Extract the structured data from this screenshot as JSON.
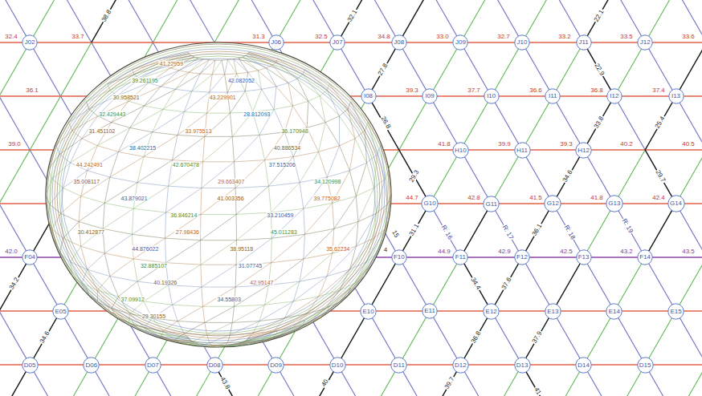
{
  "diagram": {
    "nodes": [
      {
        "text": [
          "J02"
        ]
      },
      {
        "text": [
          "J06"
        ]
      },
      {
        "text": [
          "J07"
        ]
      },
      {
        "text": [
          "J08"
        ]
      },
      {
        "text": [
          "J09"
        ]
      },
      {
        "text": [
          "J10"
        ]
      },
      {
        "text": [
          "J11"
        ]
      },
      {
        "text": [
          "J12"
        ]
      },
      {
        "text": [
          "I08"
        ]
      },
      {
        "text": [
          "I09"
        ]
      },
      {
        "text": [
          "I10"
        ]
      },
      {
        "text": [
          "I11"
        ]
      },
      {
        "text": [
          "I12"
        ]
      },
      {
        "text": [
          "I13"
        ]
      },
      {
        "text": [
          "H10"
        ]
      },
      {
        "text": [
          "H11"
        ]
      },
      {
        "text": [
          "H12"
        ]
      },
      {
        "text": [
          "G10"
        ]
      },
      {
        "text": [
          "G11"
        ]
      },
      {
        "text": [
          "G12"
        ]
      },
      {
        "text": [
          "G13"
        ]
      },
      {
        "text": [
          "G14"
        ]
      },
      {
        "text": [
          "F04"
        ]
      },
      {
        "text": [
          "F10"
        ]
      },
      {
        "text": [
          "F11"
        ]
      },
      {
        "text": [
          "F12"
        ]
      },
      {
        "text": [
          "F13"
        ]
      },
      {
        "text": [
          "F14"
        ]
      },
      {
        "text": [
          "E05"
        ]
      },
      {
        "text": [
          "E10"
        ]
      },
      {
        "text": [
          "E11"
        ]
      },
      {
        "text": [
          "E12"
        ]
      },
      {
        "text": [
          "E13"
        ]
      },
      {
        "text": [
          "E14"
        ]
      },
      {
        "text": [
          "E15"
        ]
      },
      {
        "text": [
          "D05"
        ]
      },
      {
        "text": [
          "D06"
        ]
      },
      {
        "text": [
          "D07"
        ]
      },
      {
        "text": [
          "D08"
        ]
      },
      {
        "text": [
          "D09"
        ]
      },
      {
        "text": [
          "D10"
        ]
      },
      {
        "text": [
          "D11"
        ]
      },
      {
        "text": [
          "D12"
        ]
      },
      {
        "text": [
          "D13"
        ]
      },
      {
        "text": [
          "D14"
        ]
      },
      {
        "text": [
          "D15"
        ]
      }
    ],
    "labels": [
      "32.4",
      "33.7",
      "31.3",
      "32.5",
      "34.8",
      "33.0",
      "32.7",
      "33.2",
      "33.5",
      "33.6",
      "36.1",
      "39.3",
      "37.7",
      "36.6",
      "36.8",
      "37.4",
      "39.0",
      "41.8",
      "39.9",
      "39.3",
      "40.2",
      "40.5",
      "44.7",
      "42.8",
      "41.5",
      "41.8",
      "42.4",
      "42.0",
      "44.9",
      "42.9",
      "42.5",
      "43.2",
      "43.5",
      "38.8",
      "32.1",
      "27.8",
      "26.8",
      "29.3",
      "31.1",
      "15",
      "4",
      "22.1",
      "22.9",
      "33.8",
      "34.6",
      "36.1",
      "37.6",
      "36.8",
      "39.7",
      "25.4",
      "29.7",
      "37.9",
      "41",
      "34.4",
      "34.2",
      "34.6",
      "43.8",
      "40",
      "R: 16",
      "R: 17",
      "R: 18",
      "R: 19",
      "41.22959",
      "39.261195",
      "42.082052",
      "30.958521",
      "43.229901",
      "32.429443",
      "28.812093",
      "31.451102",
      "33.975513",
      "36.170948",
      "38.402215",
      "40.886534",
      "44.242491",
      "42.670478",
      "37.515206",
      "35.008117",
      "29.663407",
      "34.120998",
      "43.879021",
      "41.003356",
      "39.775082",
      "36.846214",
      "33.210459",
      "30.412877",
      "27.98436",
      "45.011283",
      "44.876022",
      "38.95118",
      "35.62234",
      "32.885107",
      "31.07745",
      "40.19326",
      "42.95147",
      "37.09912",
      "34.55803",
      "29.30155"
    ]
  }
}
